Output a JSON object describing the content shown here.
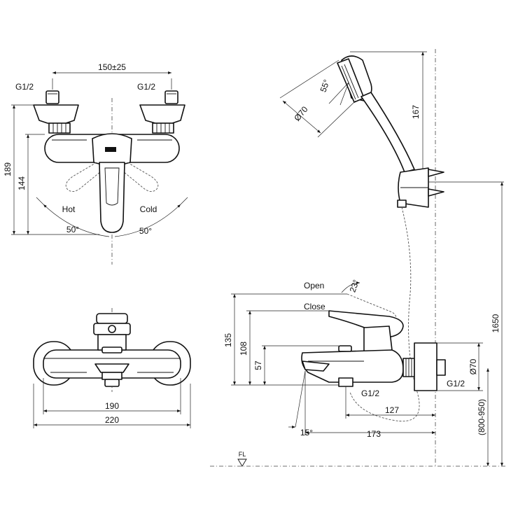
{
  "front_view": {
    "hot_label": "Hot",
    "cold_label": "Cold",
    "inlet_left": "G1/2",
    "inlet_right": "G1/2",
    "dim_center_distance": "150±25",
    "dim_total_height": "189",
    "dim_inlet_height": "144",
    "angle_hot": "50°",
    "angle_cold": "50°"
  },
  "top_view": {
    "dim_body_width": "190",
    "dim_total_width": "220"
  },
  "side_view": {
    "open_label": "Open",
    "close_label": "Close",
    "angle_open": "23°",
    "angle_spout": "15°",
    "dim_height_135": "135",
    "dim_height_108": "108",
    "dim_height_57": "57",
    "dim_depth_127": "127",
    "dim_depth_173": "173",
    "outlet_thread": "G1/2",
    "inlet_thread": "G1/2",
    "wall_flange_dia": "Ø70",
    "install_height": "(800-950)",
    "floor_label": "FL"
  },
  "shower": {
    "head_dia": "Ø70",
    "spray_angle": "55°",
    "holder_height": "167",
    "total_height": "1650"
  }
}
